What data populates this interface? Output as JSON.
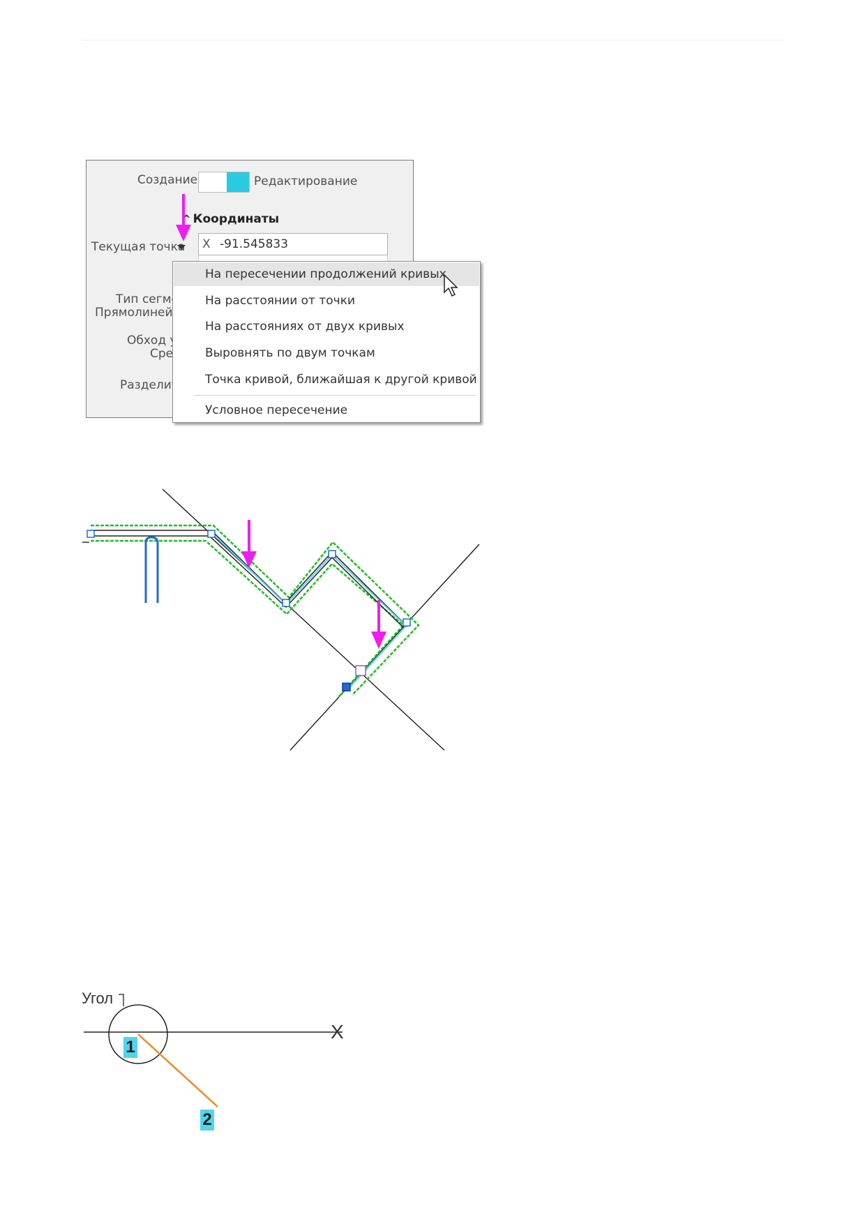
{
  "panel": {
    "mode_create": "Создание",
    "mode_edit": "Редактирование",
    "section_title": "Координаты",
    "section_caret": "^",
    "current_point_label": "Текущая точка",
    "x_axis": "X",
    "x_value": "-91.545833",
    "segment_type_label": "Тип сегме",
    "segment_type_value": "Прямолиней",
    "bypass_label": "Обход у",
    "bypass_value": "Сре",
    "divider_label": "Разделит"
  },
  "menu": {
    "items": [
      "На пересечении продолжений кривых",
      "На расстоянии от точки",
      "На расстояниях от двух кривых",
      "Выровнять по двум точкам",
      "Точка кривой, ближайшая к другой кривой",
      "Условное пересечение"
    ],
    "highlighted_index": 0
  },
  "angle_diagram": {
    "angle_label": "Угол",
    "axis_label": "X",
    "point1": "1",
    "point2": "2"
  },
  "colors": {
    "accent_cyan": "#29cbe0",
    "annotation_arrow": "#ee1fee",
    "contour_green": "#1fbf1f",
    "segment_orange": "#f08a1c",
    "badge_blue": "#4fd6ee"
  },
  "icons": [
    "dropdown-arrow-icon",
    "mouse-pointer-icon",
    "magenta-down-arrow-icon"
  ]
}
